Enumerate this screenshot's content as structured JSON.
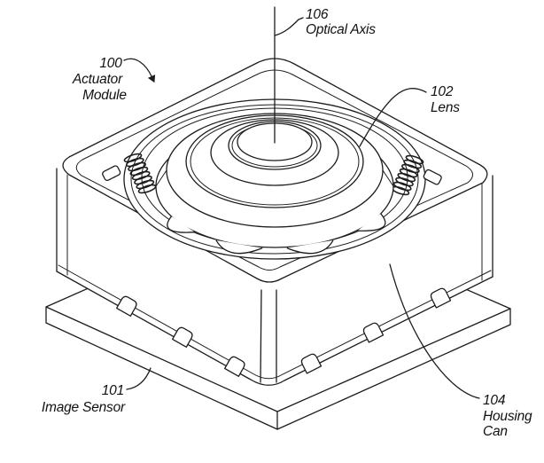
{
  "figure": {
    "type": "patent-line-drawing",
    "subject": "camera actuator module isometric view",
    "line_color": "#1c1c1c",
    "background_color": "#ffffff",
    "labels": {
      "actuator_module": {
        "ref": "100",
        "line1": "Actuator",
        "line2": "Module"
      },
      "image_sensor": {
        "ref": "101",
        "name": "Image Sensor"
      },
      "lens": {
        "ref": "102",
        "name": "Lens"
      },
      "housing_can": {
        "ref": "104",
        "line1": "Housing",
        "line2": "Can"
      },
      "optical_axis": {
        "ref": "106",
        "name": "Optical Axis"
      }
    }
  }
}
